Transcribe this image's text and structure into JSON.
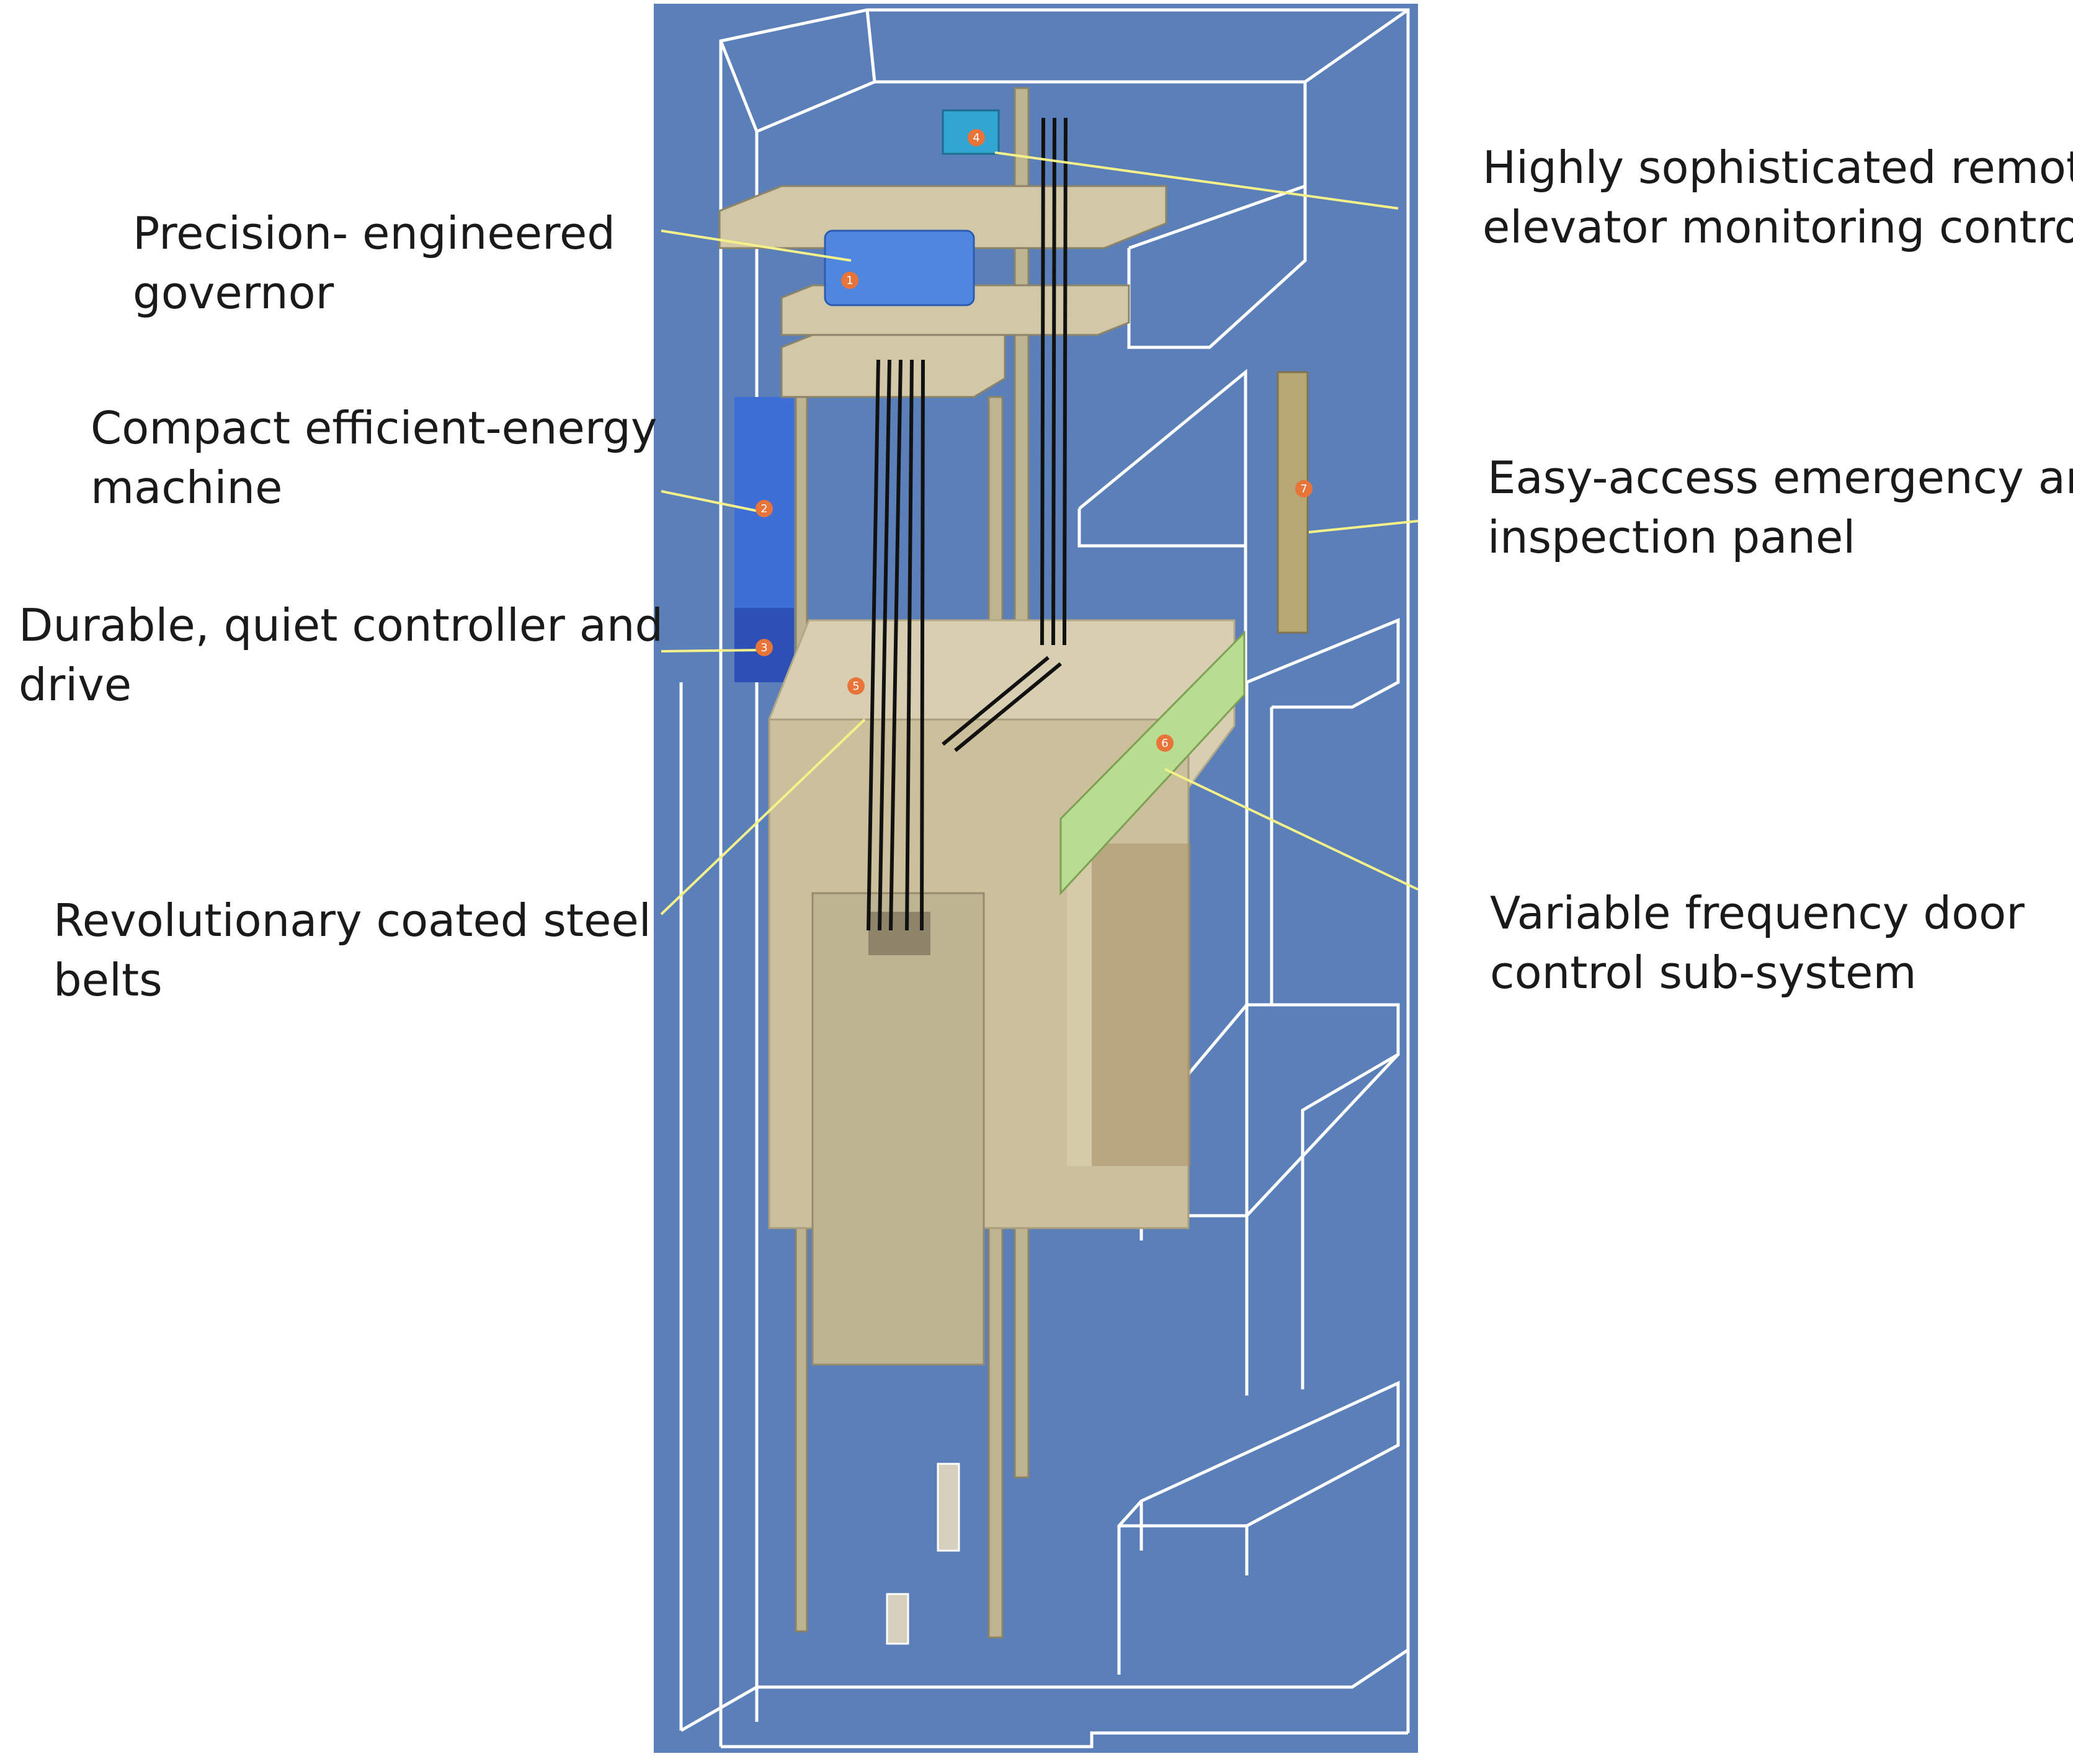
{
  "diagram": {
    "colors": {
      "background": "#5b7fb8",
      "line": "#ffffff",
      "leader": "#f4f08a",
      "structure": "#c8bea0",
      "car_box": "#d2c9ac",
      "counterweight": "#bfb492",
      "machine": "#3e6fd6",
      "controller": "#2c50b5",
      "door_operator": "#b9dd90",
      "panel": "#b7a772",
      "badge": "#e8743a",
      "belt": "#111111"
    },
    "components": [
      {
        "number": "1",
        "label_lines": [
          "Precision- engineered",
          "governor"
        ]
      },
      {
        "number": "2",
        "label_lines": [
          "Compact efficient-energy",
          "machine"
        ]
      },
      {
        "number": "3",
        "label_lines": [
          "Durable, quiet controller and",
          "drive"
        ]
      },
      {
        "number": "4",
        "label_lines": [
          "Highly sophisticated remote",
          "elevator monitoring controls"
        ]
      },
      {
        "number": "5",
        "label_lines": [
          "Revolutionary coated steel",
          "belts"
        ]
      },
      {
        "number": "6",
        "label_lines": [
          "Variable frequency door",
          "control sub-system"
        ]
      },
      {
        "number": "7",
        "label_lines": [
          "Easy-access emergency and",
          "inspection panel"
        ]
      }
    ]
  }
}
